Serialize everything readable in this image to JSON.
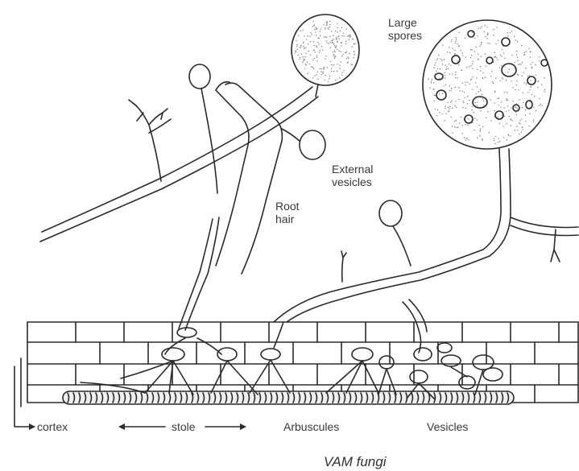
{
  "labels": {
    "large_spores": "Large\nspores",
    "external_vesicles": "External\nvesicles",
    "root_hair": "Root\nhair",
    "cortex": "cortex",
    "stole": "stole",
    "arbuscules": "Arbuscules",
    "vesicles": "Vesicles"
  },
  "caption": "VAM fungi"
}
